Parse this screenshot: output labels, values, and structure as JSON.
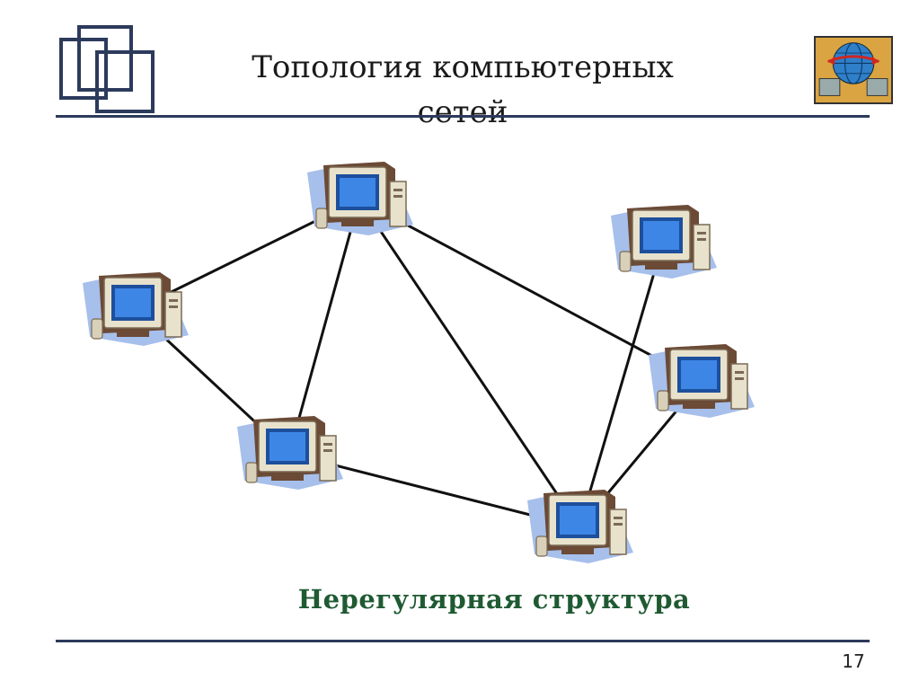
{
  "slide": {
    "title_line1": "Топология компьютерных",
    "title_line2": "сетей",
    "caption": "Нерегулярная структура",
    "page_number": "17"
  },
  "colors": {
    "rule": "#2c3a5c",
    "caption": "#1f5a32",
    "screen": "#3d86e6",
    "case": "#e8e2cc",
    "shadow": "#a6bfeb"
  },
  "diagram": {
    "nodes": [
      {
        "id": "pc-top"
      },
      {
        "id": "pc-left"
      },
      {
        "id": "pc-top-right"
      },
      {
        "id": "pc-right"
      },
      {
        "id": "pc-middle-left"
      },
      {
        "id": "pc-bottom"
      }
    ],
    "links": [
      [
        "pc-left",
        "pc-top"
      ],
      [
        "pc-left",
        "pc-middle-left"
      ],
      [
        "pc-top",
        "pc-middle-left"
      ],
      [
        "pc-top",
        "pc-bottom"
      ],
      [
        "pc-top",
        "pc-right"
      ],
      [
        "pc-middle-left",
        "pc-bottom"
      ],
      [
        "pc-top-right",
        "pc-bottom"
      ],
      [
        "pc-right",
        "pc-bottom"
      ]
    ]
  }
}
